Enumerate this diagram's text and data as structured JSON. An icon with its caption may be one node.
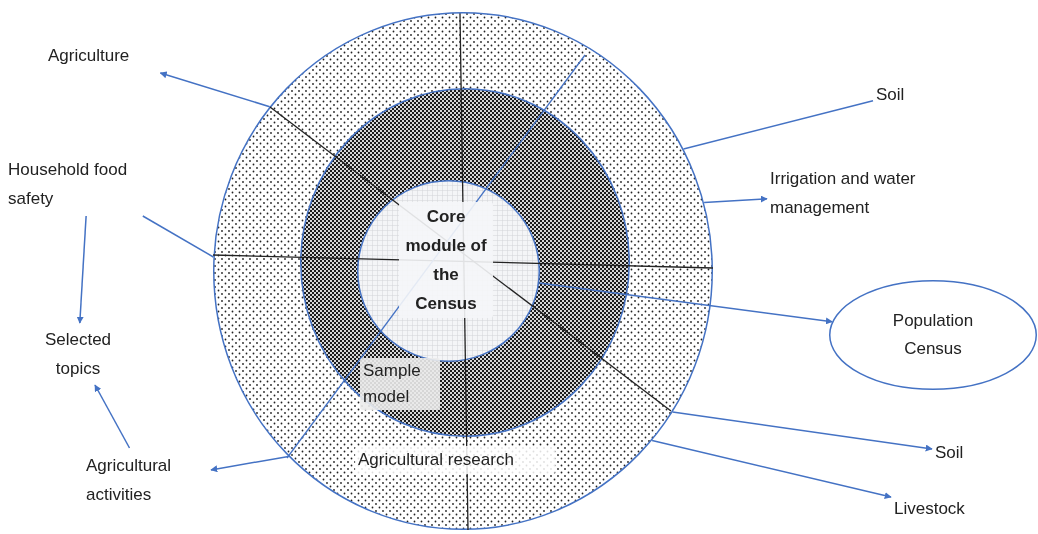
{
  "diagram": {
    "nodes": [
      {
        "text": [
          "Agricultural research"
        ]
      },
      {
        "text": [
          "Sample model"
        ],
        "in": 0
      },
      {
        "text": [
          "Core module of the Census"
        ],
        "in": 1
      },
      {
        "text": [
          "Agriculture"
        ]
      },
      {
        "text": [
          "Household food safety"
        ]
      },
      {
        "text": [
          "Selected topics"
        ]
      },
      {
        "text": [
          "Agricultural activities"
        ]
      },
      {
        "text": [
          "Soil"
        ]
      },
      {
        "text": [
          "Irrigation and water management"
        ]
      },
      {
        "text": [
          "Population Census"
        ]
      },
      {
        "text": [
          "Soil"
        ]
      },
      {
        "text": [
          "Livestock"
        ]
      }
    ],
    "edges": [
      {
        "from": 0,
        "to": 3,
        "arrow": "to"
      },
      {
        "from": 4,
        "to": 0,
        "arrow": "none"
      },
      {
        "from": 4,
        "to": 5,
        "arrow": "to"
      },
      {
        "from": 6,
        "to": 5,
        "arrow": "to"
      },
      {
        "from": 0,
        "to": 6,
        "arrow": "to"
      },
      {
        "from": 0,
        "to": 7,
        "arrow": "none"
      },
      {
        "from": 0,
        "to": 8,
        "arrow": "to"
      },
      {
        "from": 2,
        "to": 9,
        "arrow": "to"
      },
      {
        "from": 0,
        "to": 10,
        "arrow": "to"
      },
      {
        "from": 0,
        "to": 11,
        "arrow": "to"
      }
    ]
  }
}
